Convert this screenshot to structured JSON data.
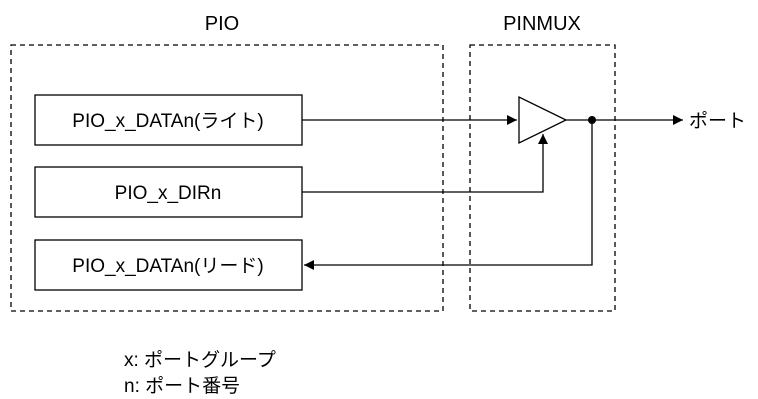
{
  "groups": {
    "pio": {
      "title": "PIO"
    },
    "pinmux": {
      "title": "PINMUX"
    }
  },
  "registers": {
    "data_write": "PIO_x_DATAn(ライト)",
    "dir": "PIO_x_DIRn",
    "data_read": "PIO_x_DATAn(リード)"
  },
  "port_label": "ポート",
  "legend": {
    "x": "x: ポートグループ",
    "n": "n: ポート番号"
  }
}
